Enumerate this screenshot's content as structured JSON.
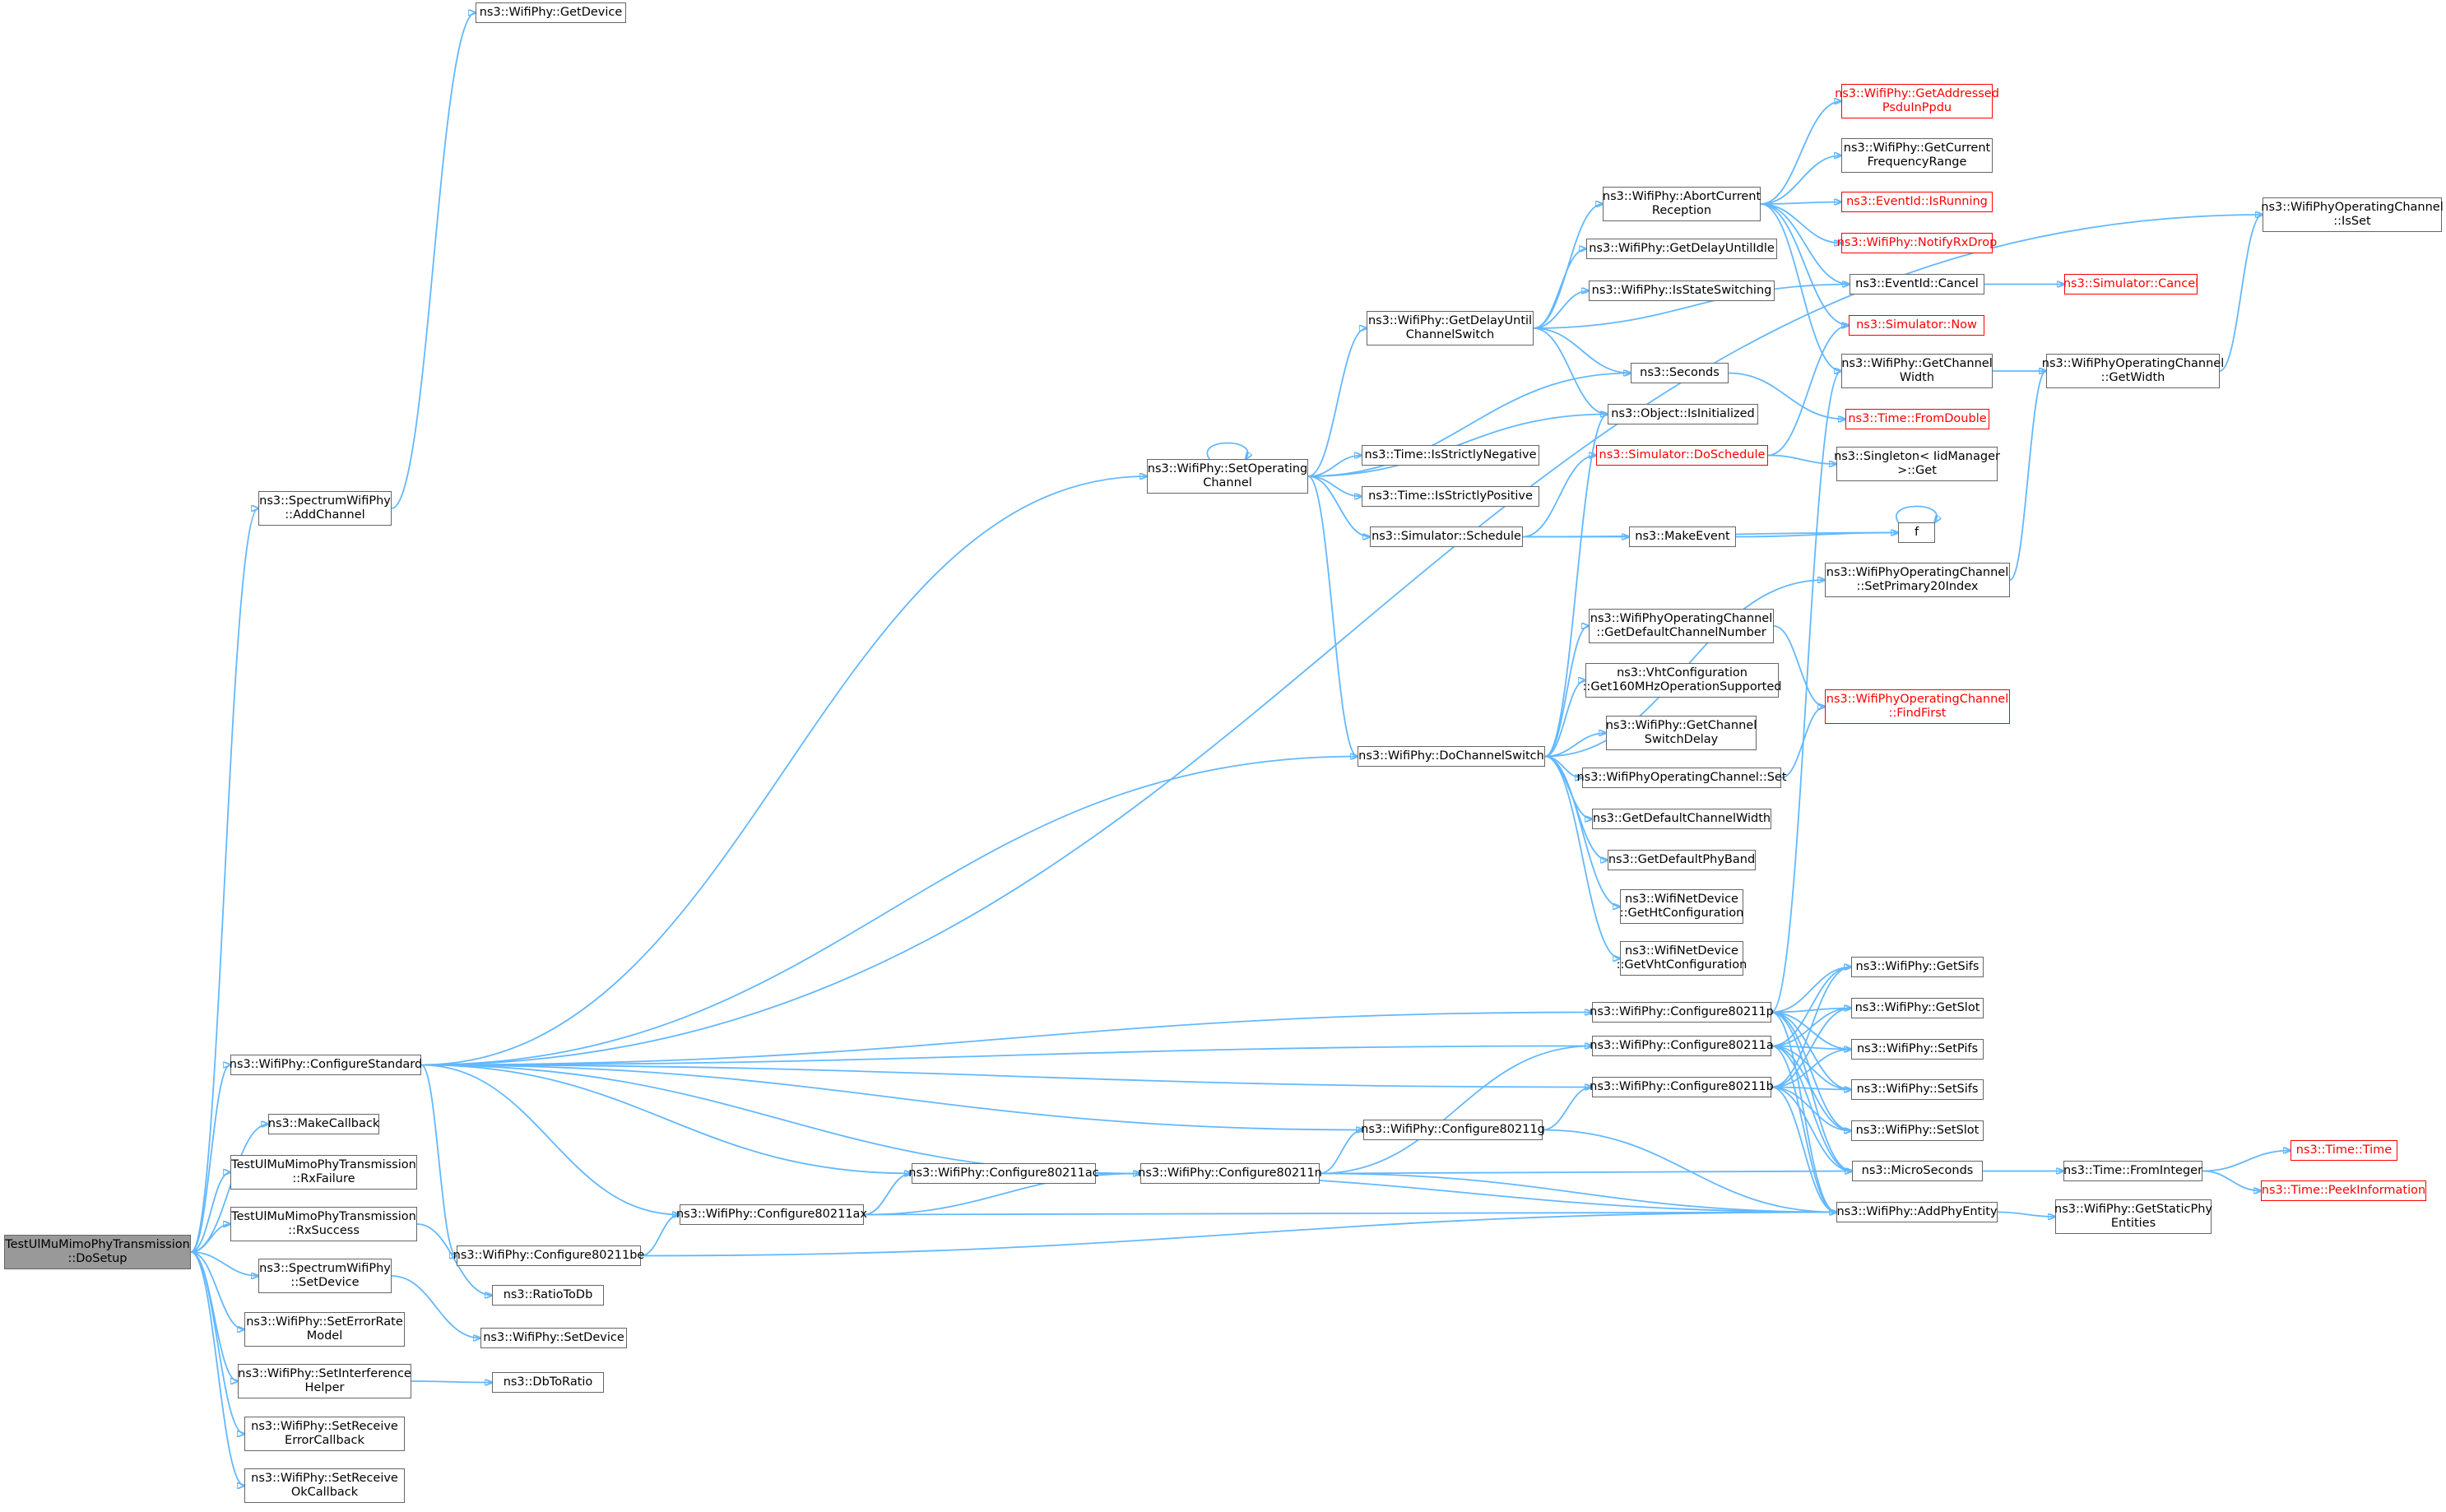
{
  "colors": {
    "edge": "#63b8ff",
    "node_border": "#666666",
    "truncated_node": "#ff0000",
    "root_fill": "#999999"
  },
  "nodes": [
    {
      "id": "DoSetup",
      "label": "TestUlMuMimoPhyTransmission\n::DoSetup",
      "root": true
    },
    {
      "id": "GetDevice",
      "label": "ns3::WifiPhy::GetDevice"
    },
    {
      "id": "AddChannel",
      "label": "ns3::SpectrumWifiPhy\n::AddChannel"
    },
    {
      "id": "ConfigureStandard",
      "label": "ns3::WifiPhy::ConfigureStandard"
    },
    {
      "id": "MakeCallback",
      "label": "ns3::MakeCallback"
    },
    {
      "id": "RxFailure",
      "label": "TestUlMuMimoPhyTransmission\n::RxFailure"
    },
    {
      "id": "RxSuccess",
      "label": "TestUlMuMimoPhyTransmission\n::RxSuccess"
    },
    {
      "id": "SetDevice1",
      "label": "ns3::SpectrumWifiPhy\n::SetDevice"
    },
    {
      "id": "SetErrorRate",
      "label": "ns3::WifiPhy::SetErrorRate\nModel"
    },
    {
      "id": "SetInterference",
      "label": "ns3::WifiPhy::SetInterference\nHelper"
    },
    {
      "id": "SetRecvErr",
      "label": "ns3::WifiPhy::SetReceive\nErrorCallback"
    },
    {
      "id": "SetRecvOk",
      "label": "ns3::WifiPhy::SetReceive\nOkCallback"
    },
    {
      "id": "C80211be",
      "label": "ns3::WifiPhy::Configure80211be"
    },
    {
      "id": "RatioToDb",
      "label": "ns3::RatioToDb"
    },
    {
      "id": "SetDevice2",
      "label": "ns3::WifiPhy::SetDevice"
    },
    {
      "id": "DbToRatio",
      "label": "ns3::DbToRatio"
    },
    {
      "id": "C80211ax",
      "label": "ns3::WifiPhy::Configure80211ax"
    },
    {
      "id": "C80211ac",
      "label": "ns3::WifiPhy::Configure80211ac"
    },
    {
      "id": "C80211n",
      "label": "ns3::WifiPhy::Configure80211n"
    },
    {
      "id": "C80211g",
      "label": "ns3::WifiPhy::Configure80211g"
    },
    {
      "id": "SetOperating",
      "label": "ns3::WifiPhy::SetOperating\nChannel"
    },
    {
      "id": "DoChannelSwitch",
      "label": "ns3::WifiPhy::DoChannelSwitch"
    },
    {
      "id": "GetDelayUntilCS",
      "label": "ns3::WifiPhy::GetDelayUntil\nChannelSwitch"
    },
    {
      "id": "IsStrictlyNeg",
      "label": "ns3::Time::IsStrictlyNegative"
    },
    {
      "id": "IsStrictlyPos",
      "label": "ns3::Time::IsStrictlyPositive"
    },
    {
      "id": "SimSchedule",
      "label": "ns3::Simulator::Schedule"
    },
    {
      "id": "AbortCurrent",
      "label": "ns3::WifiPhy::AbortCurrent\nReception"
    },
    {
      "id": "GetDelayUntilIdle",
      "label": "ns3::WifiPhy::GetDelayUntilIdle"
    },
    {
      "id": "IsStateSwitching",
      "label": "ns3::WifiPhy::IsStateSwitching"
    },
    {
      "id": "Seconds",
      "label": "ns3::Seconds"
    },
    {
      "id": "IsInitialized",
      "label": "ns3::Object::IsInitialized"
    },
    {
      "id": "DoSchedule",
      "label": "ns3::Simulator::DoSchedule",
      "red": true
    },
    {
      "id": "MakeEvent",
      "label": "ns3::MakeEvent"
    },
    {
      "id": "GetDefaultChNum",
      "label": "ns3::WifiPhyOperatingChannel\n::GetDefaultChannelNumber"
    },
    {
      "id": "Get160MHz",
      "label": "ns3::VhtConfiguration\n::Get160MHzOperationSupported"
    },
    {
      "id": "GetChSwitchDelay",
      "label": "ns3::WifiPhy::GetChannel\nSwitchDelay"
    },
    {
      "id": "WOCSet",
      "label": "ns3::WifiPhyOperatingChannel::Set"
    },
    {
      "id": "GetDefaultChW",
      "label": "ns3::GetDefaultChannelWidth"
    },
    {
      "id": "GetDefaultPhyBand",
      "label": "ns3::GetDefaultPhyBand"
    },
    {
      "id": "GetHtConfig",
      "label": "ns3::WifiNetDevice\n::GetHtConfiguration"
    },
    {
      "id": "GetVhtConfig",
      "label": "ns3::WifiNetDevice\n::GetVhtConfiguration"
    },
    {
      "id": "C80211p",
      "label": "ns3::WifiPhy::Configure80211p"
    },
    {
      "id": "C80211a",
      "label": "ns3::WifiPhy::Configure80211a"
    },
    {
      "id": "C80211b",
      "label": "ns3::WifiPhy::Configure80211b"
    },
    {
      "id": "GetAddressed",
      "label": "ns3::WifiPhy::GetAddressed\nPsduInPpdu",
      "red": true
    },
    {
      "id": "GetCurrentFR",
      "label": "ns3::WifiPhy::GetCurrent\nFrequencyRange"
    },
    {
      "id": "EvIsRunning",
      "label": "ns3::EventId::IsRunning",
      "red": true
    },
    {
      "id": "NotifyRxDrop",
      "label": "ns3::WifiPhy::NotifyRxDrop",
      "red": true
    },
    {
      "id": "EvCancel",
      "label": "ns3::EventId::Cancel"
    },
    {
      "id": "SimNow",
      "label": "ns3::Simulator::Now",
      "red": true
    },
    {
      "id": "GetChWidth",
      "label": "ns3::WifiPhy::GetChannel\nWidth"
    },
    {
      "id": "FromDouble",
      "label": "ns3::Time::FromDouble",
      "red": true
    },
    {
      "id": "SingletonGet",
      "label": "ns3::Singleton< IidManager\n>::Get"
    },
    {
      "id": "f",
      "label": "f"
    },
    {
      "id": "SetPrimary20",
      "label": "ns3::WifiPhyOperatingChannel\n::SetPrimary20Index"
    },
    {
      "id": "FindFirst",
      "label": "ns3::WifiPhyOperatingChannel\n::FindFirst",
      "red": true
    },
    {
      "id": "GetSifs",
      "label": "ns3::WifiPhy::GetSifs"
    },
    {
      "id": "GetSlot",
      "label": "ns3::WifiPhy::GetSlot"
    },
    {
      "id": "SetPifs",
      "label": "ns3::WifiPhy::SetPifs"
    },
    {
      "id": "SetSifs",
      "label": "ns3::WifiPhy::SetSifs"
    },
    {
      "id": "SetSlot",
      "label": "ns3::WifiPhy::SetSlot"
    },
    {
      "id": "MicroSeconds",
      "label": "ns3::MicroSeconds"
    },
    {
      "id": "AddPhyEntity",
      "label": "ns3::WifiPhy::AddPhyEntity"
    },
    {
      "id": "SimCancel",
      "label": "ns3::Simulator::Cancel",
      "red": true
    },
    {
      "id": "WOCGetWidth",
      "label": "ns3::WifiPhyOperatingChannel\n::GetWidth"
    },
    {
      "id": "WOCIsSet",
      "label": "ns3::WifiPhyOperatingChannel\n::IsSet"
    },
    {
      "id": "FromInteger",
      "label": "ns3::Time::FromInteger"
    },
    {
      "id": "GetStaticPhy",
      "label": "ns3::WifiPhy::GetStaticPhy\nEntities"
    },
    {
      "id": "TimeTime",
      "label": "ns3::Time::Time",
      "red": true
    },
    {
      "id": "PeekInfo",
      "label": "ns3::Time::PeekInformation",
      "red": true
    }
  ],
  "edges": [
    [
      "DoSetup",
      "AddChannel"
    ],
    [
      "DoSetup",
      "ConfigureStandard"
    ],
    [
      "DoSetup",
      "MakeCallback"
    ],
    [
      "DoSetup",
      "RxFailure"
    ],
    [
      "DoSetup",
      "RxSuccess"
    ],
    [
      "DoSetup",
      "SetDevice1"
    ],
    [
      "DoSetup",
      "SetErrorRate"
    ],
    [
      "DoSetup",
      "SetInterference"
    ],
    [
      "DoSetup",
      "SetRecvErr"
    ],
    [
      "DoSetup",
      "SetRecvOk"
    ],
    [
      "AddChannel",
      "GetDevice"
    ],
    [
      "RxSuccess",
      "RatioToDb"
    ],
    [
      "SetDevice1",
      "SetDevice2"
    ],
    [
      "SetInterference",
      "DbToRatio"
    ],
    [
      "ConfigureStandard",
      "WOCIsSet"
    ],
    [
      "ConfigureStandard",
      "SetOperating"
    ],
    [
      "ConfigureStandard",
      "DoChannelSwitch"
    ],
    [
      "ConfigureStandard",
      "C80211p"
    ],
    [
      "ConfigureStandard",
      "C80211a"
    ],
    [
      "ConfigureStandard",
      "C80211b"
    ],
    [
      "ConfigureStandard",
      "C80211g"
    ],
    [
      "ConfigureStandard",
      "C80211n"
    ],
    [
      "ConfigureStandard",
      "C80211ac"
    ],
    [
      "ConfigureStandard",
      "C80211ax"
    ],
    [
      "ConfigureStandard",
      "C80211be"
    ],
    [
      "C80211be",
      "C80211ax"
    ],
    [
      "C80211be",
      "AddPhyEntity"
    ],
    [
      "C80211ax",
      "C80211ac"
    ],
    [
      "C80211ax",
      "C80211n"
    ],
    [
      "C80211ax",
      "AddPhyEntity"
    ],
    [
      "C80211ac",
      "C80211n"
    ],
    [
      "C80211ac",
      "AddPhyEntity"
    ],
    [
      "C80211n",
      "C80211g"
    ],
    [
      "C80211n",
      "C80211a"
    ],
    [
      "C80211n",
      "MicroSeconds"
    ],
    [
      "C80211n",
      "AddPhyEntity"
    ],
    [
      "C80211g",
      "C80211b"
    ],
    [
      "C80211g",
      "AddPhyEntity"
    ],
    [
      "SetOperating",
      "SetOperating"
    ],
    [
      "SetOperating",
      "GetDelayUntilCS"
    ],
    [
      "SetOperating",
      "IsStrictlyNeg"
    ],
    [
      "SetOperating",
      "IsStrictlyPos"
    ],
    [
      "SetOperating",
      "SimSchedule"
    ],
    [
      "SetOperating",
      "DoChannelSwitch"
    ],
    [
      "SetOperating",
      "Seconds"
    ],
    [
      "SetOperating",
      "IsInitialized"
    ],
    [
      "GetDelayUntilCS",
      "AbortCurrent"
    ],
    [
      "GetDelayUntilCS",
      "GetDelayUntilIdle"
    ],
    [
      "GetDelayUntilCS",
      "IsStateSwitching"
    ],
    [
      "GetDelayUntilCS",
      "EvCancel"
    ],
    [
      "GetDelayUntilCS",
      "Seconds"
    ],
    [
      "GetDelayUntilCS",
      "IsInitialized"
    ],
    [
      "SimSchedule",
      "DoSchedule"
    ],
    [
      "SimSchedule",
      "MakeEvent"
    ],
    [
      "SimSchedule",
      "f"
    ],
    [
      "DoSchedule",
      "SimNow"
    ],
    [
      "DoSchedule",
      "SingletonGet"
    ],
    [
      "MakeEvent",
      "f"
    ],
    [
      "f",
      "f"
    ],
    [
      "Seconds",
      "FromDouble"
    ],
    [
      "AbortCurrent",
      "GetAddressed"
    ],
    [
      "AbortCurrent",
      "GetCurrentFR"
    ],
    [
      "AbortCurrent",
      "EvIsRunning"
    ],
    [
      "AbortCurrent",
      "NotifyRxDrop"
    ],
    [
      "AbortCurrent",
      "EvCancel"
    ],
    [
      "AbortCurrent",
      "SimNow"
    ],
    [
      "AbortCurrent",
      "GetChWidth"
    ],
    [
      "EvCancel",
      "SimCancel"
    ],
    [
      "GetChWidth",
      "WOCGetWidth"
    ],
    [
      "WOCGetWidth",
      "WOCIsSet"
    ],
    [
      "SetPrimary20",
      "WOCGetWidth"
    ],
    [
      "DoChannelSwitch",
      "IsInitialized"
    ],
    [
      "DoChannelSwitch",
      "SetPrimary20"
    ],
    [
      "DoChannelSwitch",
      "GetDefaultChNum"
    ],
    [
      "DoChannelSwitch",
      "Get160MHz"
    ],
    [
      "DoChannelSwitch",
      "GetChSwitchDelay"
    ],
    [
      "DoChannelSwitch",
      "WOCSet"
    ],
    [
      "DoChannelSwitch",
      "GetDefaultChW"
    ],
    [
      "DoChannelSwitch",
      "GetDefaultPhyBand"
    ],
    [
      "DoChannelSwitch",
      "GetHtConfig"
    ],
    [
      "DoChannelSwitch",
      "GetVhtConfig"
    ],
    [
      "GetDefaultChNum",
      "FindFirst"
    ],
    [
      "WOCSet",
      "FindFirst"
    ],
    [
      "C80211p",
      "GetChWidth"
    ],
    [
      "C80211p",
      "GetSifs"
    ],
    [
      "C80211p",
      "GetSlot"
    ],
    [
      "C80211p",
      "SetPifs"
    ],
    [
      "C80211p",
      "SetSifs"
    ],
    [
      "C80211p",
      "SetSlot"
    ],
    [
      "C80211p",
      "MicroSeconds"
    ],
    [
      "C80211p",
      "AddPhyEntity"
    ],
    [
      "C80211a",
      "GetSifs"
    ],
    [
      "C80211a",
      "GetSlot"
    ],
    [
      "C80211a",
      "SetPifs"
    ],
    [
      "C80211a",
      "SetSifs"
    ],
    [
      "C80211a",
      "SetSlot"
    ],
    [
      "C80211a",
      "MicroSeconds"
    ],
    [
      "C80211a",
      "AddPhyEntity"
    ],
    [
      "C80211b",
      "GetSifs"
    ],
    [
      "C80211b",
      "GetSlot"
    ],
    [
      "C80211b",
      "SetPifs"
    ],
    [
      "C80211b",
      "SetSifs"
    ],
    [
      "C80211b",
      "SetSlot"
    ],
    [
      "C80211b",
      "MicroSeconds"
    ],
    [
      "C80211b",
      "AddPhyEntity"
    ],
    [
      "MicroSeconds",
      "FromInteger"
    ],
    [
      "FromInteger",
      "TimeTime"
    ],
    [
      "FromInteger",
      "PeekInfo"
    ],
    [
      "AddPhyEntity",
      "GetStaticPhy"
    ]
  ]
}
